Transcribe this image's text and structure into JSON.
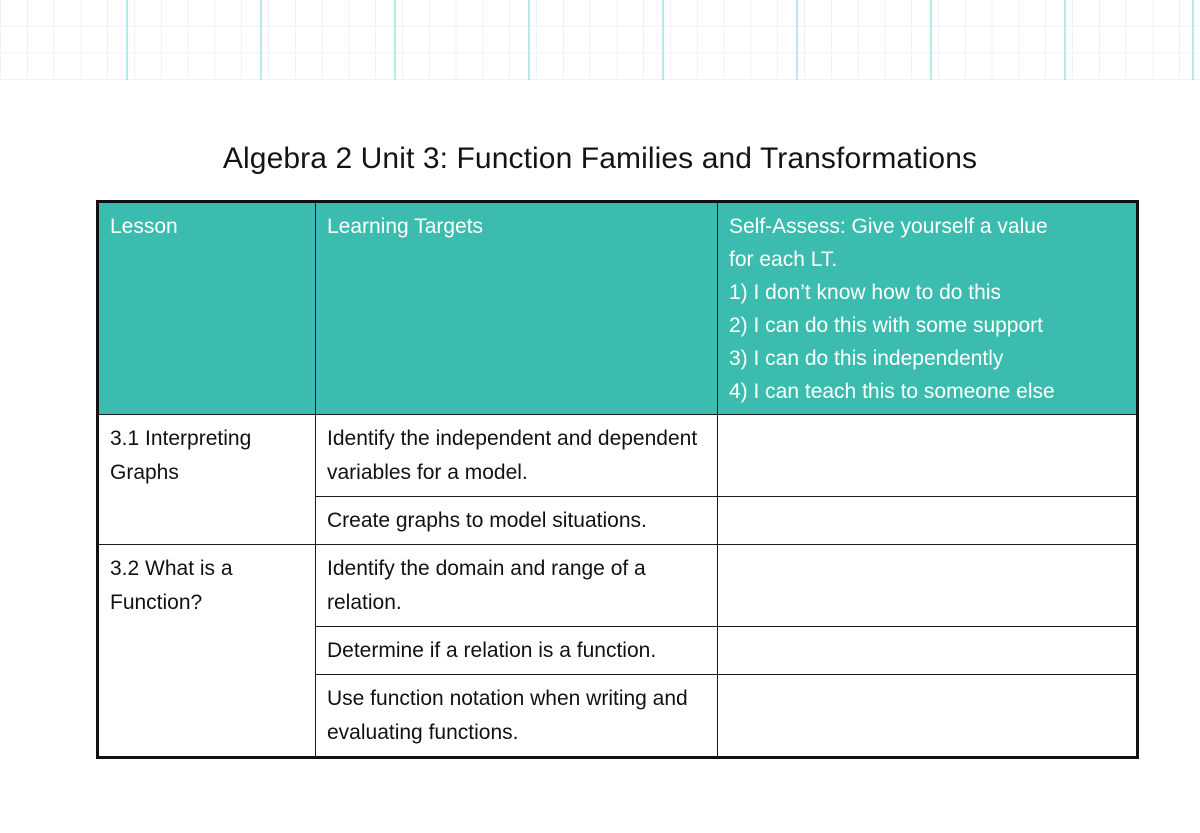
{
  "document": {
    "title": "Algebra 2 Unit 3: Function Families and Transformations",
    "background": {
      "grid_major_color": "#b6e9ea",
      "grid_minor_color": "#eef1f7"
    }
  },
  "table": {
    "accent_color": "#3bbcae",
    "border_color": "#111111",
    "columns": [
      {
        "key": "lesson",
        "label": "Lesson"
      },
      {
        "key": "targets",
        "label": "Learning Targets"
      },
      {
        "key": "self_assess",
        "label": "Self-Assess: Give yourself a value for each LT."
      }
    ],
    "self_assess_header": {
      "intro_line_1": "Self-Assess: Give yourself a value",
      "intro_line_2": "for each LT.",
      "scale": [
        "1) I don’t know how to do this",
        "2) I can do this with some support",
        "3) I can do this independently",
        "4) I can teach this to someone else"
      ]
    },
    "rows": [
      {
        "lesson": "3.1 Interpreting Graphs",
        "lesson_rowspan": 2,
        "targets": [
          {
            "text": "Identify the independent and dependent variables for a model.",
            "self_assess": ""
          },
          {
            "text": "Create graphs to model situations.",
            "self_assess": ""
          }
        ]
      },
      {
        "lesson": "3.2 What is a Function?",
        "lesson_rowspan": 3,
        "targets": [
          {
            "text": "Identify the domain and range of a relation.",
            "self_assess": ""
          },
          {
            "text": "Determine if a relation is a function.",
            "self_assess": ""
          },
          {
            "text": "Use function notation when writing and evaluating functions.",
            "self_assess": ""
          }
        ]
      }
    ]
  }
}
